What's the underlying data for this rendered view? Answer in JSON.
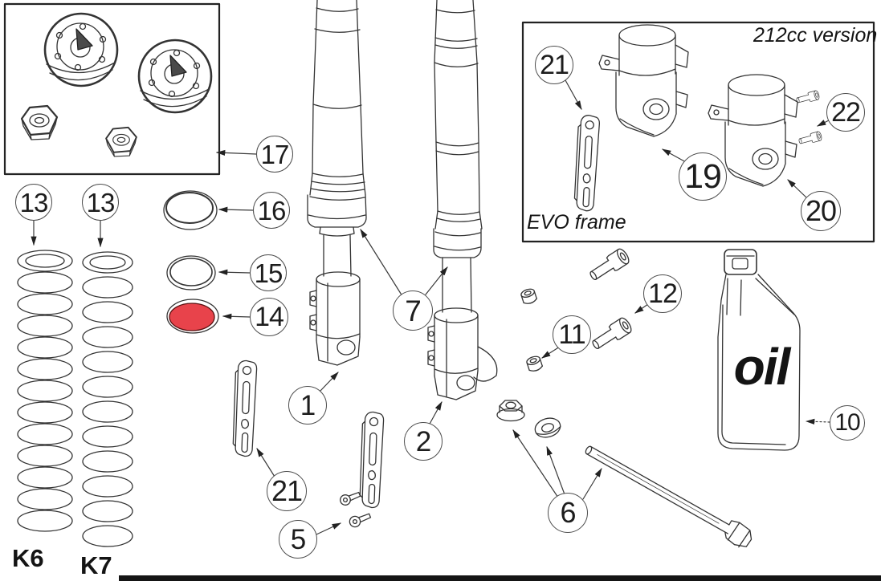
{
  "callouts": {
    "c1": "1",
    "c2": "2",
    "c5": "5",
    "c6": "6",
    "c7": "7",
    "c10": "10",
    "c11": "11",
    "c12": "12",
    "c13_left": "13",
    "c13_right": "13",
    "c14": "14",
    "c15": "15",
    "c16": "16",
    "c17": "17",
    "c19": "19",
    "c20": "20",
    "c21_box": "21",
    "c21_main": "21",
    "c22": "22"
  },
  "labels": {
    "version_note": "212cc version",
    "frame_note": "EVO frame",
    "oil": "oil",
    "spring_left": "K6",
    "spring_right": "K7"
  },
  "colors": {
    "highlight": "#e8434b",
    "line": "#333333"
  }
}
